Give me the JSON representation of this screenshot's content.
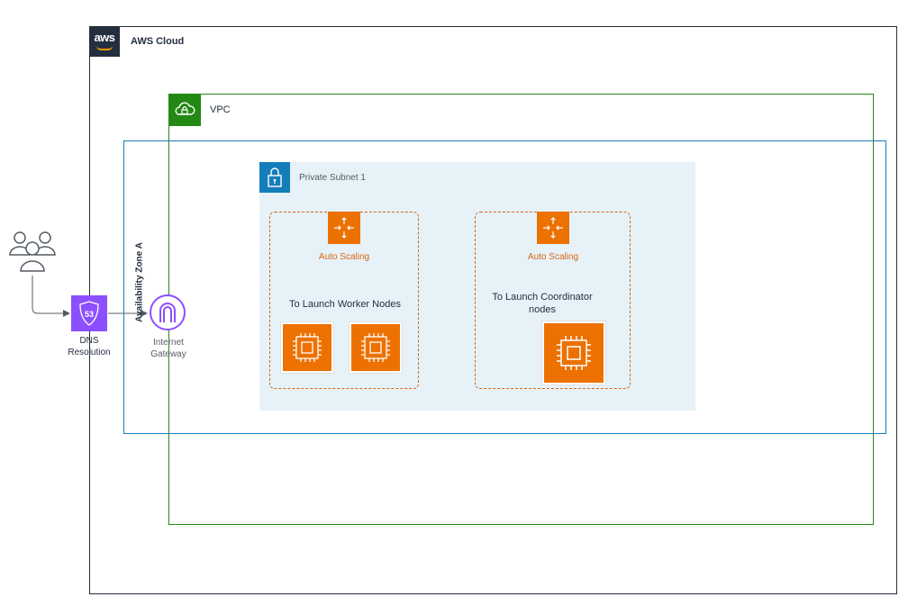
{
  "aws_cloud": {
    "label": "AWS Cloud",
    "logo_text": "aws"
  },
  "vpc": {
    "label": "VPC"
  },
  "availability_zone": {
    "label": "Availability Zone A"
  },
  "subnet": {
    "label": "Private Subnet 1"
  },
  "worker_group": {
    "autoscaling_label": "Auto Scaling",
    "note": "To Launch Worker Nodes",
    "instance_count": 2
  },
  "coordinator_group": {
    "autoscaling_label": "Auto Scaling",
    "note_line1": "To Launch Coordinator",
    "note_line2": "nodes",
    "instance_count": 1
  },
  "dns": {
    "label_line1": "DNS",
    "label_line2": "Resolution",
    "badge": "53"
  },
  "internet_gateway": {
    "label_line1": "Internet",
    "label_line2": "Gateway"
  },
  "users": {
    "icon": "users-icon"
  },
  "colors": {
    "aws_dark": "#232f3e",
    "vpc_green": "#248814",
    "az_blue": "#147eba",
    "subnet_bg": "#e6f2f8",
    "compute_orange": "#ed7100",
    "route53_purple": "#8c4fff"
  }
}
